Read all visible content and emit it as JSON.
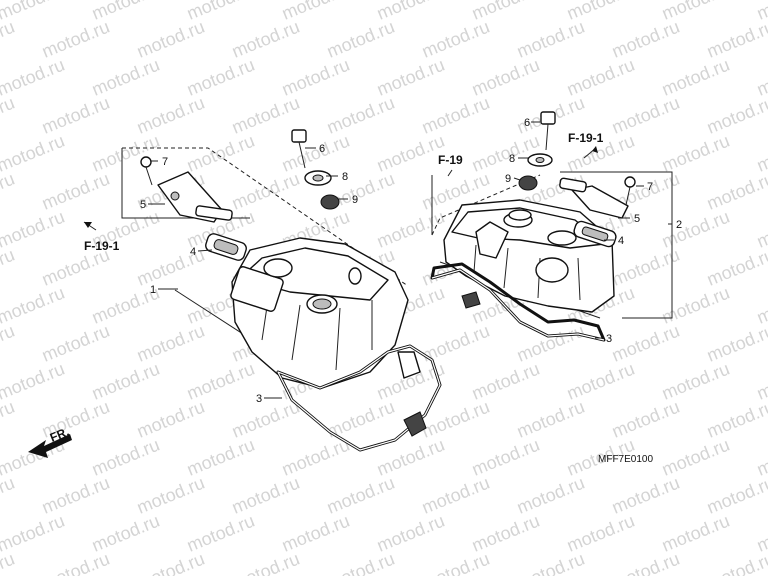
{
  "watermark": "motod.ru",
  "diagram_code": "MFF7E0100",
  "front_label": "FR.",
  "references": {
    "left_f19_1": "F-19-1",
    "right_f19": "F-19",
    "right_f19_1": "F-19-1"
  },
  "callouts": {
    "left": {
      "c1": "1",
      "c3": "3",
      "c4": "4",
      "c5": "5",
      "c6": "6",
      "c7": "7",
      "c8": "8",
      "c9": "9"
    },
    "right": {
      "c2": "2",
      "c3": "3",
      "c4": "4",
      "c5": "5",
      "c6": "6",
      "c7": "7",
      "c8": "8",
      "c9": "9"
    }
  }
}
